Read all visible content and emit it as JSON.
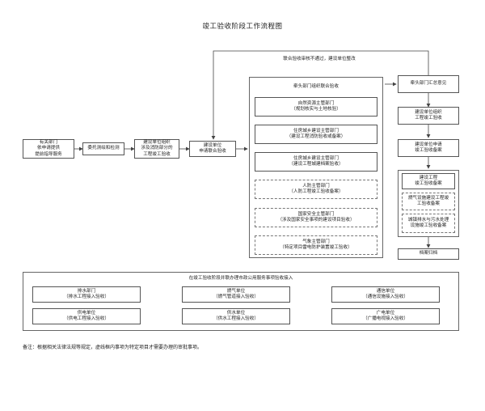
{
  "title": "竣工验收阶段工作流程图",
  "loop_note": "联合验收审核不通过，建设单位整改",
  "left_flow": {
    "step1": "有关部门\n依申请提供\n提前指导服务",
    "step2": "委托测绘和检测",
    "step3": "建设单位组织\n涉及消防部分的\n工程竣工验收",
    "step4": "建设单位\n申请联合验收"
  },
  "joint_group": {
    "header": "牵头部门组织联合验收",
    "items": [
      "自然资源主管部门\n（规划核实与土地核验）",
      "住房城乡建设主管部门\n（建设工程消防验收或备案）",
      "住房城乡建设主管部门\n（建设工程城建档案验收）",
      "人防主管部门\n（人防工程竣工验收备案）",
      "国家安全主管部门\n（涉及国家安全事项的建设项目验收）",
      "气象主管部门\n（特定项目雷电防护装置竣工验收）"
    ]
  },
  "right_flow": {
    "summary": "牵头部门汇总意见",
    "organize": "建设单位组织\n工程竣工验收",
    "apply": "建设单位申请\n竣工验收备案",
    "filing_group": [
      "建设工程\n竣工验收备案",
      "燃气设施建设工程竣\n工验收备案",
      "城镇排水与污水处理\n设施竣工验收备案"
    ],
    "archive": "档案归档"
  },
  "utility_group": {
    "header": "在竣工验收阶段并联办理市政公用服务事项验收接入",
    "items": [
      "排水部门\n（排水工程接入验收）",
      "燃气单位\n（燃气管道接入验收）",
      "通信单位\n（通信设施接入验收）",
      "供电单位\n（供电工程接入验收）",
      "供水单位\n（供水工程接入验收）",
      "广电单位\n（广播电视接入验收）"
    ]
  },
  "footnote": "备注：根据相关法律法规等规定，虚线框内事项为特定项目才需要办理的审批事项。"
}
